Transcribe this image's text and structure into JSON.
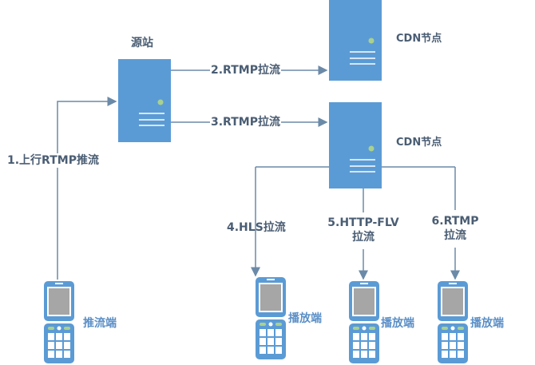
{
  "colors": {
    "primary": "#5b9bd5",
    "line": "#6b8aa8",
    "screen": "#a6a6a6",
    "led": "#a9d18e",
    "text": "#4a5d73"
  },
  "nodes": {
    "origin": "源站",
    "cdn_top": "CDN节点",
    "cdn_bottom": "CDN节点",
    "pusher": "推流端",
    "player1": "播放端",
    "player2": "播放端",
    "player3": "播放端"
  },
  "edges": {
    "step1": "1.上行RTMP推流",
    "step2": "2.RTMP拉流",
    "step3": "3.RTMP拉流",
    "step4": "4.HLS拉流",
    "step5_line1": "5.HTTP-FLV",
    "step5_line2": "拉流",
    "step6_line1": "6.RTMP",
    "step6_line2": "拉流"
  }
}
